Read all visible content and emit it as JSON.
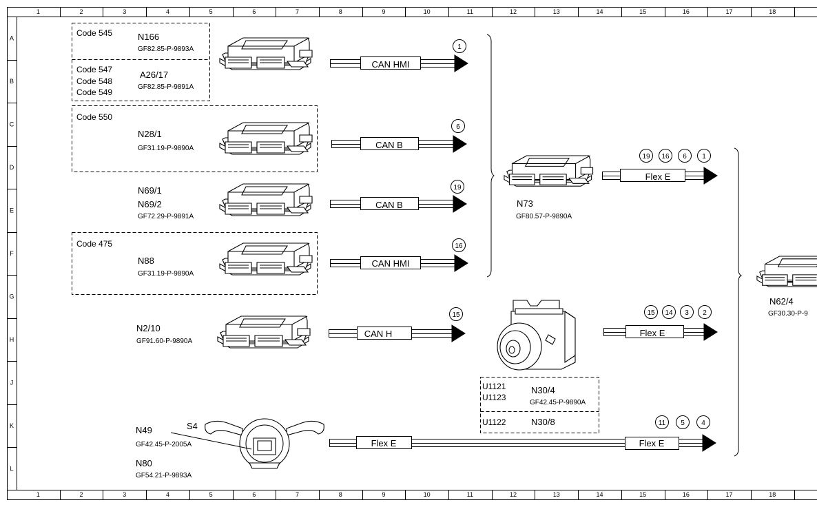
{
  "ruler": {
    "columns": [
      "1",
      "2",
      "3",
      "4",
      "5",
      "6",
      "7",
      "8",
      "9",
      "10",
      "11",
      "12",
      "13",
      "14",
      "15",
      "16",
      "17",
      "18"
    ],
    "rows": [
      "A",
      "B",
      "C",
      "D",
      "E",
      "F",
      "G",
      "H",
      "J",
      "K",
      "L"
    ]
  },
  "groups": [
    {
      "codes": [
        "Code 545"
      ],
      "component": "N166",
      "ref": "GF82.85-P-9893A"
    },
    {
      "codes": [
        "Code 547",
        "Code 548",
        "Code 549"
      ],
      "component": "A26/17",
      "ref": "GF82.85-P-9891A"
    },
    {
      "codes": [
        "Code 550"
      ],
      "component": "N28/1",
      "ref": "GF31.19-P-9890A"
    },
    {
      "codes": [],
      "component": "N69/1",
      "component2": "N69/2",
      "ref": "GF72.29-P-9891A"
    },
    {
      "codes": [
        "Code 475"
      ],
      "component": "N88",
      "ref": "GF31.19-P-9890A"
    },
    {
      "codes": [],
      "component": "N2/10",
      "ref": "GF91.60-P-9890A"
    },
    {
      "codes": [],
      "component": "N49",
      "ref": "GF42.45-P-2005A",
      "component2": "N80",
      "ref2": "GF54.21-P-9893A",
      "switch": "S4"
    }
  ],
  "buses": [
    {
      "label": "CAN HMI",
      "circles": [
        "1"
      ]
    },
    {
      "label": "CAN B",
      "circles": [
        "6"
      ]
    },
    {
      "label": "CAN B",
      "circles": [
        "19"
      ]
    },
    {
      "label": "CAN HMI",
      "circles": [
        "16"
      ]
    },
    {
      "label": "CAN H",
      "circles": [
        "15"
      ]
    },
    {
      "label": "Flex E",
      "label2": "Flex E",
      "circles": [
        "11",
        "5",
        "4"
      ]
    }
  ],
  "n73": {
    "name": "N73",
    "ref": "GF80.57-P-9890A",
    "bus": "Flex E",
    "circles": [
      "19",
      "16",
      "6",
      "1"
    ]
  },
  "n30": {
    "codes1": [
      "U1121",
      "U1123"
    ],
    "name1": "N30/4",
    "ref1": "GF42.45-P-9890A",
    "code2": "U1122",
    "name2": "N30/8",
    "bus": "Flex E",
    "circles": [
      "15",
      "14",
      "3",
      "2"
    ]
  },
  "n62": {
    "name": "N62/4",
    "ref": "GF30.30-P-9"
  },
  "colors": {
    "line": "#000000",
    "background": "#ffffff"
  }
}
